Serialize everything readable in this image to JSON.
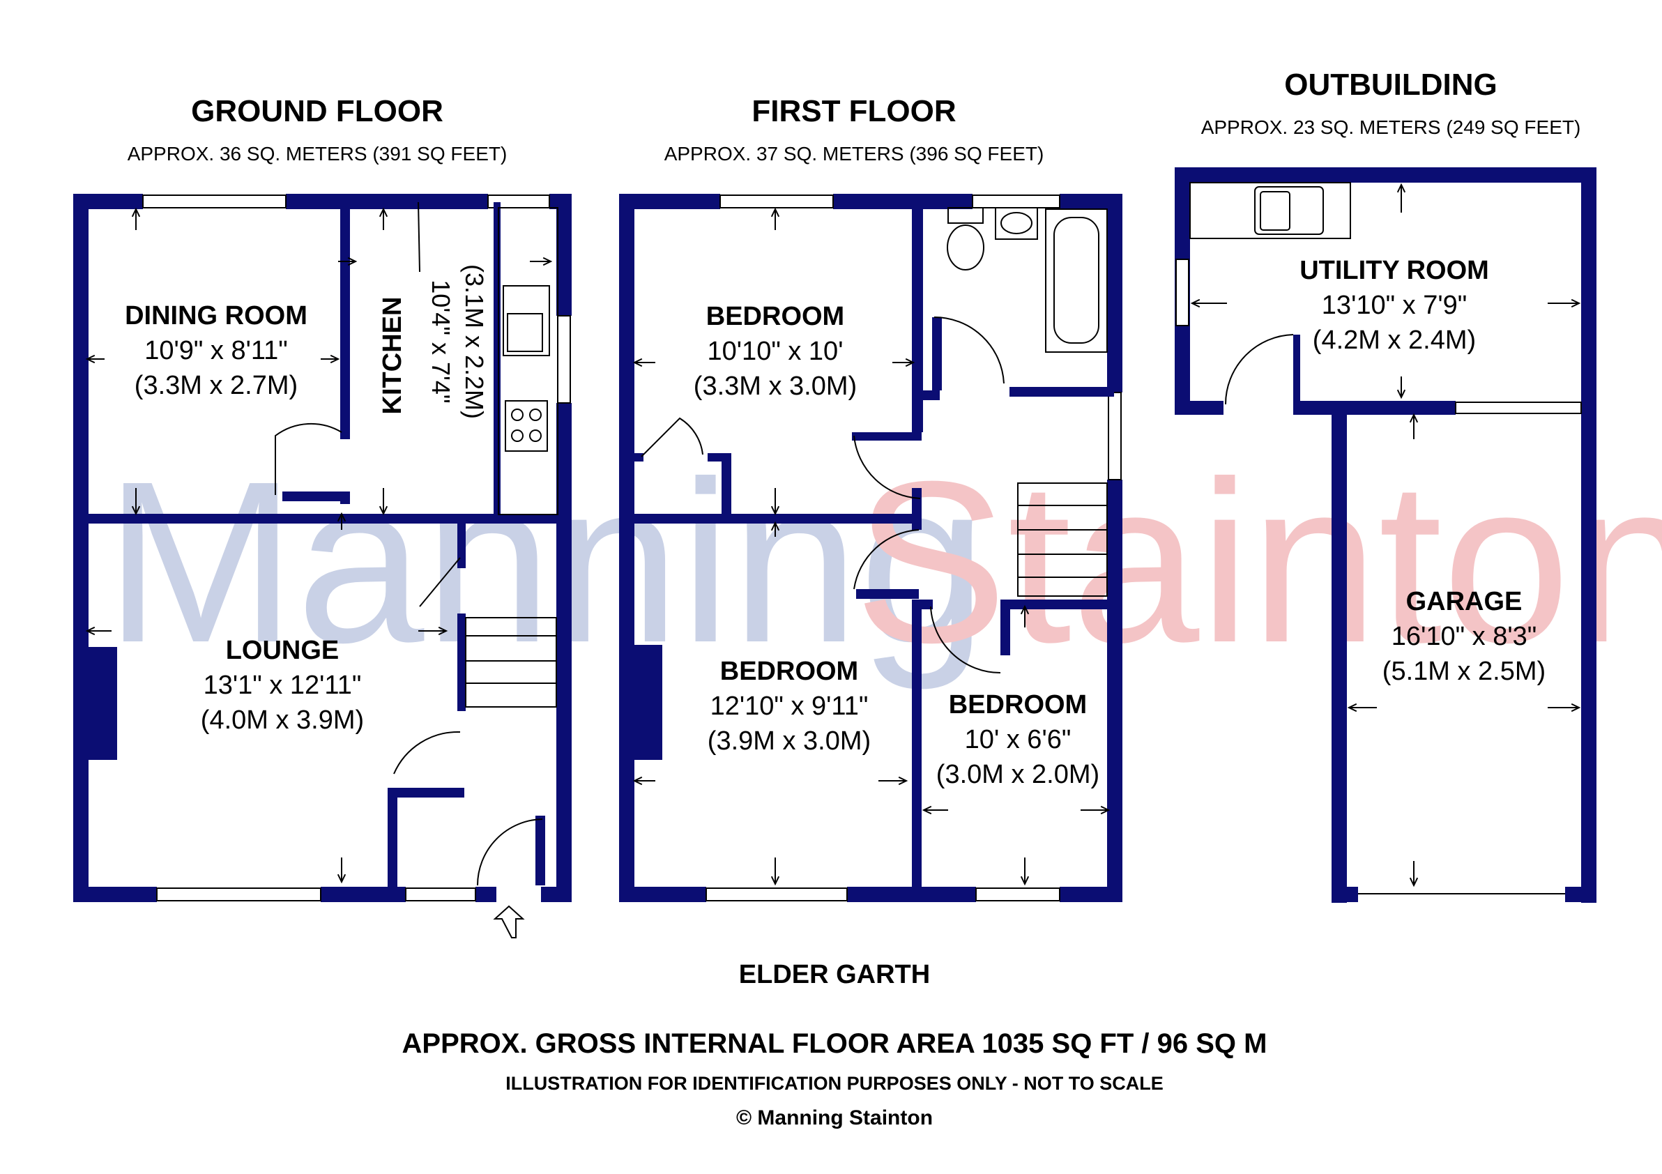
{
  "ground_floor": {
    "title": "GROUND FLOOR",
    "area": "APPROX. 36 SQ. METERS (391 SQ FEET)",
    "rooms": [
      {
        "name": "DINING ROOM",
        "size_imperial": "10'9\" x 8'11\"",
        "size_metric": "(3.3M x 2.7M)"
      },
      {
        "name": "KITCHEN",
        "size_imperial": "10'4\" x 7'4\"",
        "size_metric": "(3.1M x 2.2M)"
      },
      {
        "name": "LOUNGE",
        "size_imperial": "13'1\" x 12'11\"",
        "size_metric": "(4.0M x 3.9M)"
      }
    ]
  },
  "first_floor": {
    "title": "FIRST FLOOR",
    "area": "APPROX. 37 SQ. METERS (396 SQ FEET)",
    "rooms": [
      {
        "name": "BEDROOM",
        "size_imperial": "10'10\" x 10'",
        "size_metric": "(3.3M x 3.0M)"
      },
      {
        "name": "BEDROOM",
        "size_imperial": "12'10\" x 9'11\"",
        "size_metric": "(3.9M x 3.0M)"
      },
      {
        "name": "BEDROOM",
        "size_imperial": "10' x 6'6\"",
        "size_metric": "(3.0M x 2.0M)"
      }
    ]
  },
  "outbuilding": {
    "title": "OUTBUILDING",
    "area": "APPROX. 23 SQ. METERS (249 SQ FEET)",
    "rooms": [
      {
        "name": "UTILITY ROOM",
        "size_imperial": "13'10\" x 7'9\"",
        "size_metric": "(4.2M x 2.4M)"
      },
      {
        "name": "GARAGE",
        "size_imperial": "16'10\" x 8'3\"",
        "size_metric": "(5.1M x 2.5M)"
      }
    ]
  },
  "footer": {
    "property": "ELDER GARTH",
    "gross_area": "APPROX. GROSS INTERNAL FLOOR AREA 1035 SQ FT / 96 SQ M",
    "disclaimer": "ILLUSTRATION FOR IDENTIFICATION PURPOSES ONLY - NOT TO SCALE",
    "copyright": "© Manning Stainton"
  },
  "watermark": {
    "part1": "Manning",
    "part2": "Stainton"
  },
  "colors": {
    "wall": "#0b0d73",
    "watermark_blue": "#c9d1e6",
    "watermark_red": "#f4c4c6",
    "text": "#000000"
  }
}
